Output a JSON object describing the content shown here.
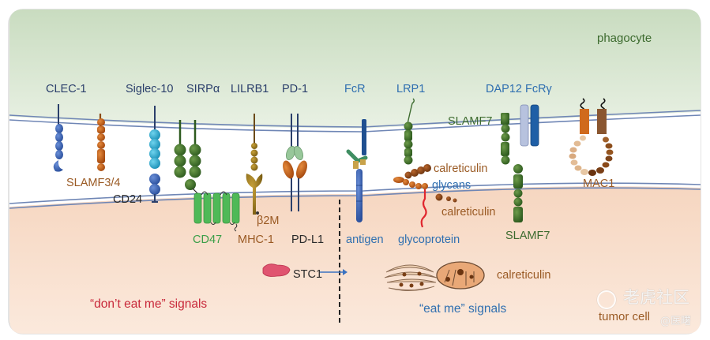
{
  "regions": {
    "phagocyte": "phagocyte",
    "tumor_cell": "tumor cell"
  },
  "signals": {
    "dont_eat_me": "“don’t eat me” signals",
    "eat_me": "“eat me” signals"
  },
  "receptors": {
    "clec1": "CLEC-1",
    "siglec10": "Siglec-10",
    "sirpa": "SIRPα",
    "lilrb1": "LILRB1",
    "pd1": "PD-1",
    "fcr": "FcR",
    "lrp1": "LRP1",
    "dap12_fcrg": "DAP12 FcRγ",
    "slamf7_top": "SLAMF7",
    "slamf34": "SLAMF3/4",
    "mac1": "MAC1"
  },
  "ligands": {
    "cd24": "CD24",
    "cd47": "CD47",
    "b2m": "β2M",
    "mhc1": "MHC-1",
    "pdl1": "PD-L1",
    "stc1": "STC1",
    "antigen": "antigen",
    "glycoprotein": "glycoprotein",
    "glycans": "glycans",
    "calreticulin_1": "calreticulin",
    "calreticulin_2": "calreticulin",
    "calreticulin_3": "calreticulin",
    "slamf7_bottom": "SLAMF7"
  },
  "watermark": {
    "main": "老虎社区",
    "sub": "@医曙"
  },
  "colors": {
    "phagocyte_bg": "#d7e6cf",
    "tumor_bg": "#f6dcc7",
    "membrane": "#6f86b5",
    "dont_eat_me": "#c8283a",
    "eat_me": "#2f6fb0"
  }
}
